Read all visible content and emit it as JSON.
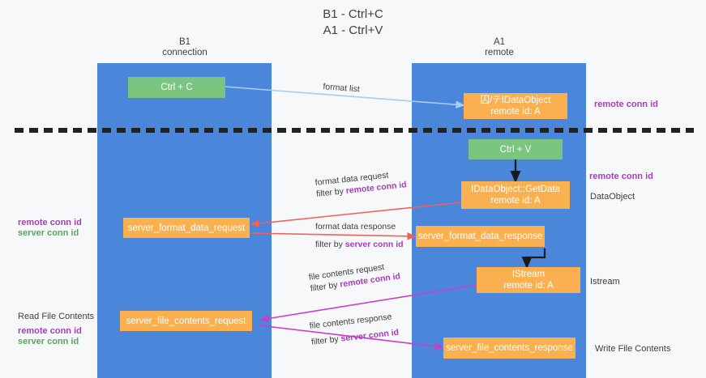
{
  "title": "B1 - Ctrl+C\nA1 - Ctrl+V",
  "lanes": [
    {
      "name": "B1",
      "sub": "connection",
      "header": "B1\nconnection"
    },
    {
      "name": "A1",
      "sub": "remote",
      "header": "A1\nremote"
    }
  ],
  "nodes": [
    {
      "id": "ctrl-c",
      "label": "Ctrl + C",
      "color": "#7ac57f"
    },
    {
      "id": "idataobject",
      "line1": "囚/テIDataObject",
      "line2": "remote id: A",
      "color": "#fbb050"
    },
    {
      "id": "ctrl-v",
      "label": "Ctrl + V",
      "color": "#7ac57f"
    },
    {
      "id": "getdata",
      "line1": "IDataObject::GetData",
      "line2": "remote id: A",
      "color": "#fbb050"
    },
    {
      "id": "server-format-data-request",
      "label": "server_format_data_request",
      "color": "#fbb050"
    },
    {
      "id": "server-format-data-response",
      "label": "server_format_data_response",
      "color": "#fbb050"
    },
    {
      "id": "istream",
      "line1": "IStream",
      "line2": "remote id: A",
      "color": "#fbb050"
    },
    {
      "id": "server-file-contents-request",
      "label": "server_file_contents_request",
      "color": "#fbb050"
    },
    {
      "id": "server-file-contents-response",
      "label": "server_file_contents_response",
      "color": "#fbb050"
    }
  ],
  "right_labels": {
    "remote_conn_id_top": "remote conn id",
    "remote_conn_id_mid": "remote conn id",
    "dataobject": "DataObject",
    "istream": "Istream",
    "write_file_contents": "Write File Contents"
  },
  "left_labels": {
    "remote_conn_id_mid": "remote conn id",
    "server_conn_id_mid": "server conn id",
    "read_file_contents": "Read File Contents",
    "remote_conn_id_bottom": "remote conn id",
    "server_conn_id_bottom": "server conn id"
  },
  "edges": [
    {
      "id": "format-list",
      "text": "format list",
      "color": "#a8cdf0"
    },
    {
      "id": "format-data-request-l1",
      "text": "format data request"
    },
    {
      "id": "format-data-request-l2a",
      "text": "filter by "
    },
    {
      "id": "format-data-request-l2b",
      "text": "remote conn id"
    },
    {
      "id": "format-data-response-l1",
      "text": "format data response"
    },
    {
      "id": "format-data-response-l2a",
      "text": "filter by "
    },
    {
      "id": "format-data-response-l2b",
      "text": "server conn id"
    },
    {
      "id": "file-contents-request-l1",
      "text": "file contents request"
    },
    {
      "id": "file-contents-request-l2a",
      "text": "filter by "
    },
    {
      "id": "file-contents-request-l2b",
      "text": "remote conn id"
    },
    {
      "id": "file-contents-response-l1",
      "text": "file contents response"
    },
    {
      "id": "file-contents-response-l2a",
      "text": "filter by "
    },
    {
      "id": "file-contents-response-l2b",
      "text": "server conn id"
    }
  ],
  "colors": {
    "lane": "#4a86d9",
    "green_node": "#7ac57f",
    "orange_node": "#fbb050",
    "purple": "#a43fb8",
    "green_text": "#5aa55f",
    "red_arrow": "#f1615d",
    "magenta_arrow": "#c83fc8",
    "light_blue_arrow": "#a8cdf0",
    "black_arrow": "#1a1a1a",
    "background": "#f7f8fa"
  }
}
